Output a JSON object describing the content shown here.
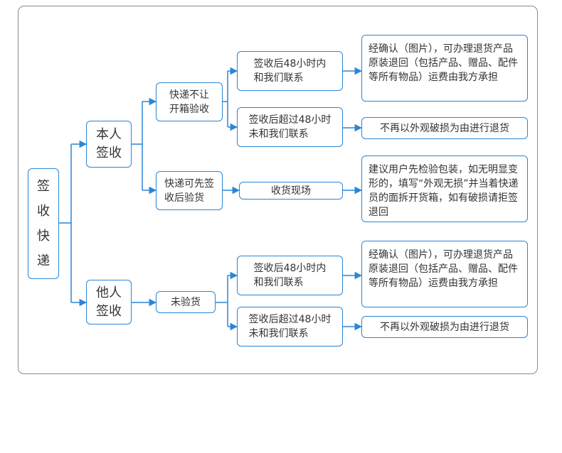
{
  "root": {
    "label": "签\n收\n快\n递"
  },
  "branch_self": {
    "label": "本人\n签收"
  },
  "branch_other": {
    "label": "他人\n签收"
  },
  "self_no_inspect": {
    "label": "快递不让\n开箱验收"
  },
  "self_inspect_first": {
    "label": "快递可先签\n收后验货"
  },
  "other_uninspected": {
    "label": "未验货"
  },
  "self_within_48h": {
    "label": "签收后48小时内\n和我们联系"
  },
  "self_after_48h": {
    "label": "签收后超过48小时\n未和我们联系"
  },
  "self_on_site": {
    "label": "收货现场"
  },
  "other_within_48h": {
    "label": "签收后48小时内\n和我们联系"
  },
  "other_after_48h": {
    "label": "签收后超过48小时\n未和我们联系"
  },
  "result_return_self": {
    "label": "经确认（图片），可办理退货产品原装退回（包括产品、赠品、配件等所有物品）运费由我方承担"
  },
  "result_no_return_self": {
    "label": "不再以外观破损为由进行退货"
  },
  "result_advice": {
    "label": "建议用户先检验包装，如无明显变形的，填写“外观无损”并当着快递员的面拆开货箱，如有破损请拒签退回"
  },
  "result_return_other": {
    "label": "经确认（图片），可办理退货产品原装退回（包括产品、赠品、配件等所有物品）运费由我方承担"
  },
  "result_no_return_other": {
    "label": "不再以外观破损为由进行退货"
  },
  "colors": {
    "accent": "#2a86d6",
    "text": "#333333",
    "frame": "#8a8a8a"
  }
}
